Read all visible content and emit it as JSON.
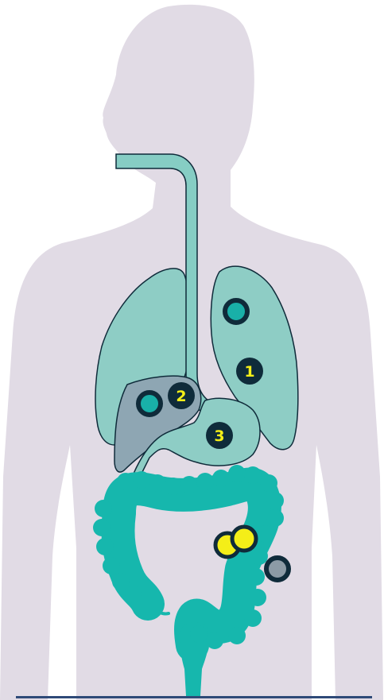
{
  "colors": {
    "background": "#ffffff",
    "body": "#e1dbe5",
    "organ_teal": "#8ecdc5",
    "esophagus": "#86cdc4",
    "liver": "#8ea6b3",
    "intestine": "#16b7ad",
    "outline": "#0f2b3a",
    "dark_marker": "#0f2b3a",
    "teal_marker": "#19b0a8",
    "yellow_marker": "#f4ee18",
    "gray_marker": "#8c9ba6",
    "baseline": "#2e4a78"
  },
  "labels": {
    "one": "1",
    "two": "2",
    "three": "3"
  }
}
